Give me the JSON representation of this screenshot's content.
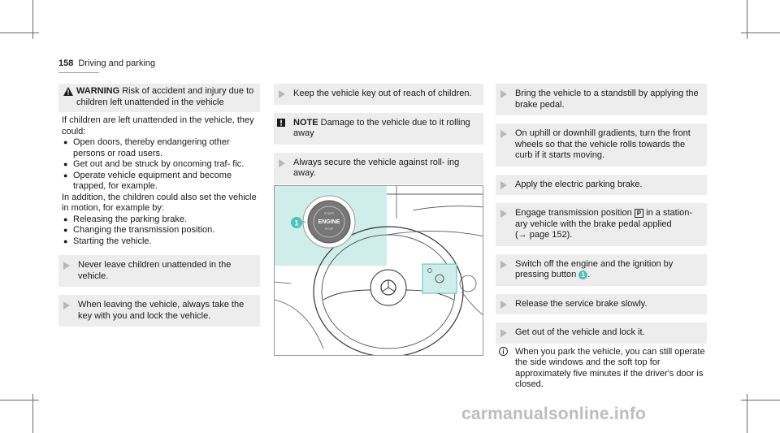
{
  "header": {
    "page_number": "158",
    "section": "Driving and parking"
  },
  "col1": {
    "warning_label": "WARNING",
    "warning_title": "Risk of accident and injury due to children left unattended in the vehicle",
    "intro1": "If children are left unattended in the vehicle, they could:",
    "bullets1": [
      "Open doors, thereby endangering other persons or road users.",
      "Get out and be struck by oncoming traf- fic.",
      "Operate vehicle equipment and become trapped, for example."
    ],
    "intro2": "In addition, the children could also set the vehicle in motion, for example by:",
    "bullets2": [
      "Releasing the parking brake.",
      "Changing the transmission position.",
      "Starting the vehicle."
    ],
    "steps": [
      "Never leave children unattended in the vehicle.",
      "When leaving the vehicle, always take the key with you and lock the vehicle."
    ]
  },
  "col2": {
    "step1": "Keep the vehicle key out of reach of children.",
    "note_label": "NOTE",
    "note_text": "Damage to the vehicle due to it rolling away",
    "step2": "Always secure the vehicle against roll- ing away.",
    "image": {
      "callout": "1",
      "button_top": "START",
      "button_main": "ENGINE",
      "button_bottom": "STOP",
      "accent": "#cfeeea"
    }
  },
  "col3": {
    "s1": "Bring the vehicle to a standstill by applying the brake pedal.",
    "s2": "On uphill or downhill gradients, turn the front wheels so that the vehicle rolls towards the curb if it starts moving.",
    "s3": "Apply the electric parking brake.",
    "s4a": "Engage transmission position",
    "s4_symbol": "P",
    "s4b": "in a station- ary vehicle with the brake pedal applied",
    "s4c": "(→ page 152).",
    "s5a": "Switch off the engine and the ignition by pressing button",
    "s5_num": "1",
    "s5b": ".",
    "s6": "Release the service brake slowly.",
    "s7": "Get out of the vehicle and lock it.",
    "info": "When you park the vehicle, you can still operate the side windows and the soft top for approximately five minutes if the driver's door is closed."
  },
  "watermark": "carmanualsonline.info"
}
